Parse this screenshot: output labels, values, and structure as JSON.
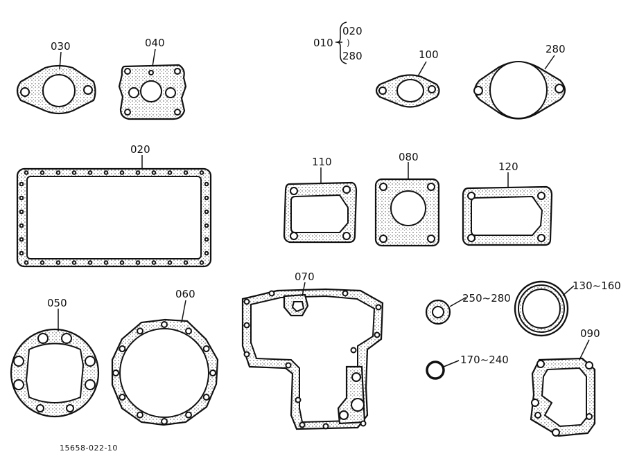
{
  "diagram": {
    "code": "15658-022-10",
    "ranges": {
      "top": "020",
      "main": "010",
      "bottom": "280"
    },
    "callouts": [
      {
        "id": "030",
        "label": "030"
      },
      {
        "id": "040",
        "label": "040"
      },
      {
        "id": "100",
        "label": "100"
      },
      {
        "id": "280",
        "label": "280"
      },
      {
        "id": "020",
        "label": "020"
      },
      {
        "id": "110",
        "label": "110"
      },
      {
        "id": "080",
        "label": "080"
      },
      {
        "id": "120",
        "label": "120"
      },
      {
        "id": "050",
        "label": "050"
      },
      {
        "id": "060",
        "label": "060"
      },
      {
        "id": "070",
        "label": "070"
      },
      {
        "id": "250",
        "label": "250~280"
      },
      {
        "id": "130",
        "label": "130~160"
      },
      {
        "id": "170",
        "label": "170~240"
      },
      {
        "id": "090",
        "label": "090"
      }
    ]
  }
}
